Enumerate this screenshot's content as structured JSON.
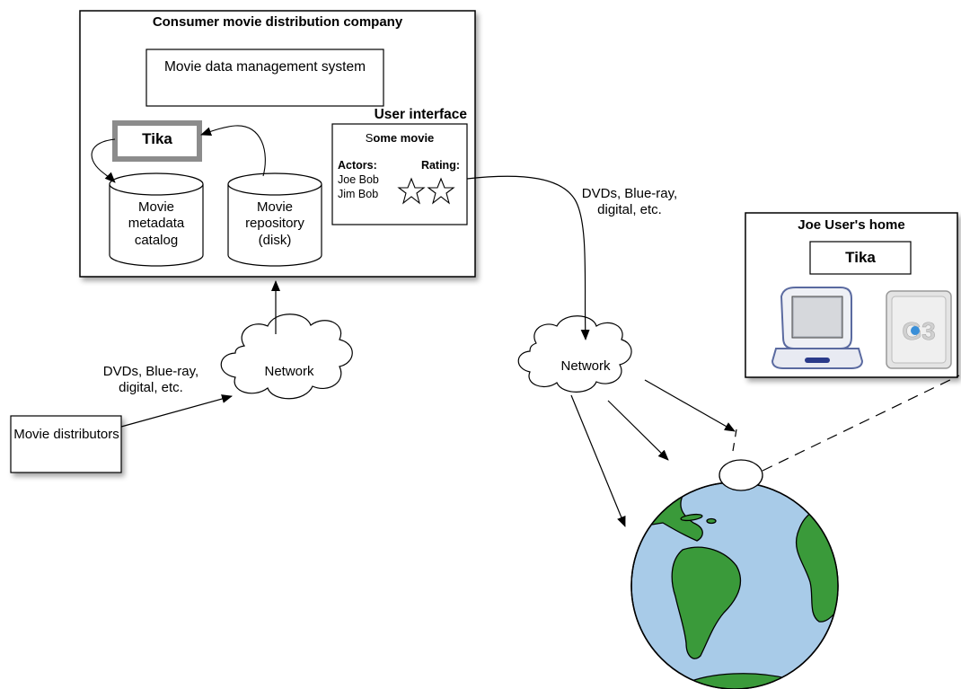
{
  "company": {
    "title": "Consumer movie distribution company",
    "mgmt_system": "Movie data management system",
    "tika": "Tika",
    "catalog": "Movie metadata catalog",
    "repository": "Movie repository (disk)"
  },
  "ui": {
    "title": "User interface",
    "movie_title_initial": "S",
    "movie_title_rest": "ome movie",
    "actors_header": "Actors:",
    "actor_1": "Joe Bob",
    "actor_2": "Jim Bob",
    "rating_header": "Rating:",
    "rating_stars": 2
  },
  "left_flow": {
    "media_label": "DVDs, Blue-ray, digital, etc.",
    "network": "Network",
    "distributors": "Movie distributors"
  },
  "right_flow": {
    "media_label": "DVDs, Blue-ray, digital, etc.",
    "network": "Network"
  },
  "home": {
    "title": "Joe User's home",
    "tika": "Tika",
    "computer_2_badge": "G3"
  },
  "colors": {
    "ocean": "#a8cbe8",
    "land": "#3a9a3a",
    "tika_border": "#8c8c8c"
  }
}
